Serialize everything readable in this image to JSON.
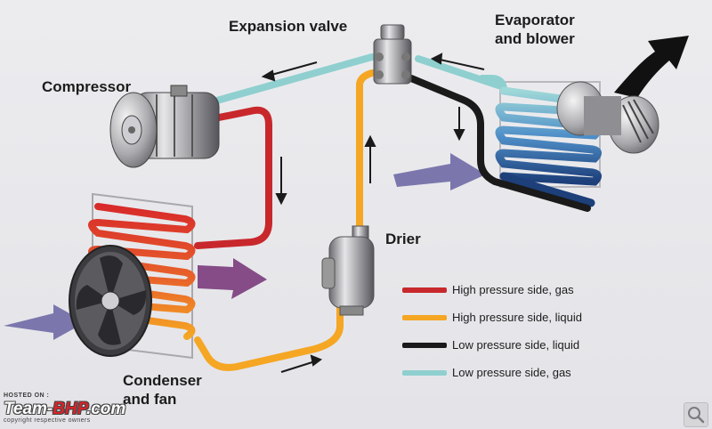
{
  "labels": {
    "compressor": "Compressor",
    "expansion_valve": "Expansion valve",
    "evaporator_line1": "Evaporator",
    "evaporator_line2": "and blower",
    "drier": "Drier",
    "condenser_line1": "Condenser",
    "condenser_line2": "and fan"
  },
  "legend": [
    {
      "label": "High pressure side, gas",
      "color": "#c8282c"
    },
    {
      "label": "High pressure side, liquid",
      "color": "#f5a623"
    },
    {
      "label": "Low pressure side, liquid",
      "color": "#1a1a1a"
    },
    {
      "label": "Low pressure side, gas",
      "color": "#8fcfcf"
    }
  ],
  "colors": {
    "high_gas": "#c8282c",
    "high_liquid": "#f5a623",
    "low_liquid": "#1a1a1a",
    "low_gas": "#8fcfcf",
    "air_in": "#6f6aa6",
    "air_warm": "#7a3b7c",
    "air_out": "#111111"
  },
  "watermark": {
    "hosted": "HOSTED ON :",
    "brand_prefix": "Team-",
    "brand_highlight": "BHP",
    "brand_suffix": ".com",
    "copyright": "copyright respective owners"
  },
  "zoom_icon": "magnifier-icon"
}
